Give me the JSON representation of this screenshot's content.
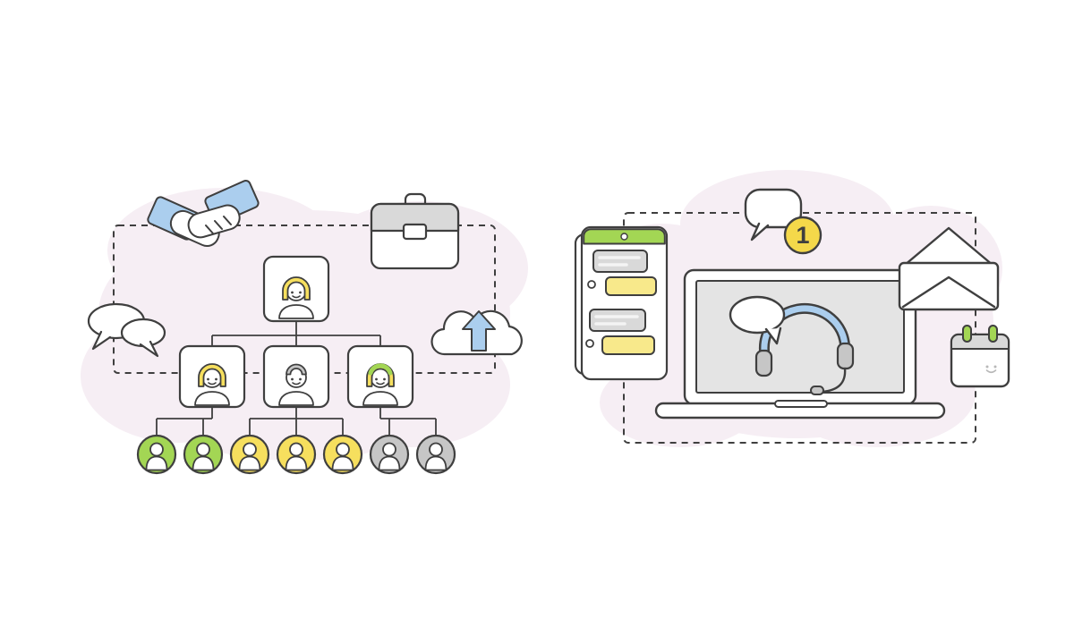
{
  "title": "Teamwork and online support illustration",
  "colors": {
    "outline": "#3f3f3f",
    "blob": "#f6eef4",
    "accent_green": "#a3d654",
    "accent_yellow": "#f6df5e",
    "chat_yellow": "#f8e98b",
    "badge_yellow": "#f4d84a",
    "accent_blue": "#abceee",
    "gray_light": "#d9d9d9",
    "gray_mid": "#c6c6c6",
    "screen_gray": "#e4e4e4"
  },
  "left_scene": {
    "name": "team-organization-chart",
    "decorations": [
      "handshake-icon",
      "briefcase-icon",
      "speech-bubbles-icon",
      "cloud-upload-icon"
    ],
    "org_chart": {
      "root": {
        "avatar": "woman-blonde"
      },
      "leads": [
        {
          "avatar": "woman-blonde"
        },
        {
          "avatar": "man-gray-hair"
        },
        {
          "avatar": "woman-green-headband"
        }
      ],
      "members": [
        {
          "color": "green"
        },
        {
          "color": "green"
        },
        {
          "color": "yellow"
        },
        {
          "color": "yellow"
        },
        {
          "color": "yellow"
        },
        {
          "color": "gray"
        },
        {
          "color": "gray"
        }
      ]
    }
  },
  "right_scene": {
    "name": "online-support",
    "notification": {
      "count": "1"
    },
    "decorations": [
      "chat-window-icon",
      "speech-bubble-icon",
      "laptop-icon",
      "headset-icon",
      "envelope-icon",
      "calendar-icon"
    ]
  }
}
